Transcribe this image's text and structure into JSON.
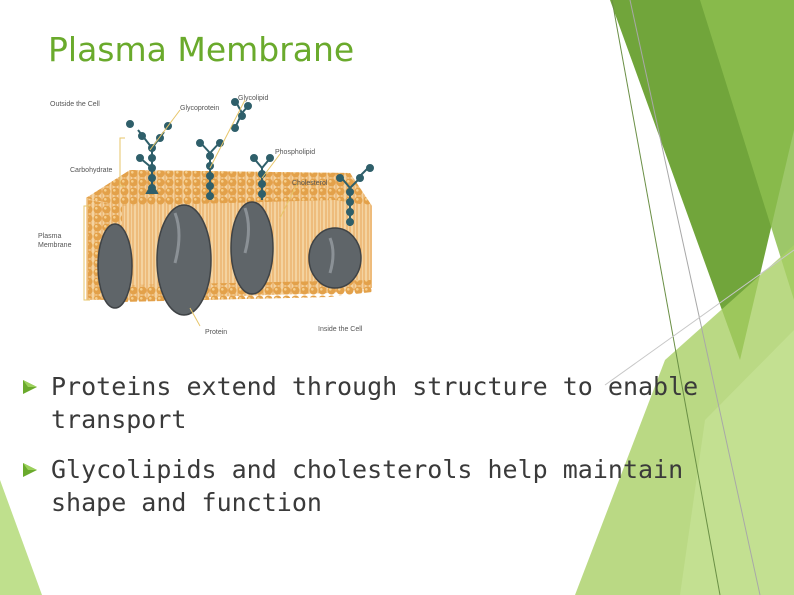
{
  "slide": {
    "title": "Plasma Membrane",
    "accent_color": "#6aaa2c",
    "bullets": [
      {
        "text": "Proteins extend through structure to enable transport",
        "icon": "arrow-bullet-icon"
      },
      {
        "text": "Glycolipids and cholesterols help maintain shape and function",
        "icon": "arrow-bullet-icon"
      }
    ]
  },
  "diagram": {
    "labels": {
      "outside": "Outside the Cell",
      "glycoprotein": "Glycoprotein",
      "glycolipid": "Glycolipid",
      "phospholipid": "Phospholipid",
      "carbohydrate": "Carbohydrate",
      "cholesterol": "Cholesterol",
      "plasma": "Plasma",
      "membrane": "Membrane",
      "protein": "Protein",
      "inside": "Inside the Cell"
    },
    "colors": {
      "lipid_head": "#e3a14a",
      "lipid_tail": "#f2c98a",
      "protein": "#5f6569",
      "carbohydrate_chain": "#2f5f6a",
      "bracket": "#e7c66a"
    }
  }
}
